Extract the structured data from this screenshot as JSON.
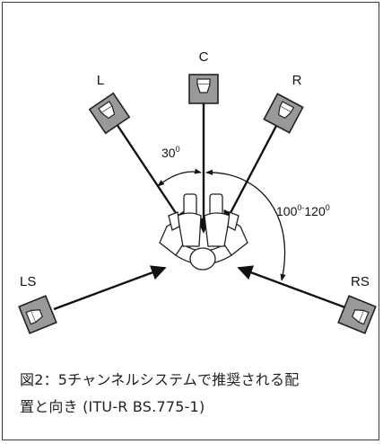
{
  "speakers": {
    "L": "L",
    "C": "C",
    "R": "R",
    "LS": "LS",
    "RS": "RS"
  },
  "angles": {
    "front": {
      "value": "30",
      "sup": "0"
    },
    "surround_low": {
      "value": "100",
      "sup": "0"
    },
    "surround_dash": "-",
    "surround_high": {
      "value": "120",
      "sup": "0"
    }
  },
  "caption": {
    "line1": "図2：5チャンネルシステムで推奨される配",
    "line2": "置と向き (ITU-R BS.775-1)"
  }
}
